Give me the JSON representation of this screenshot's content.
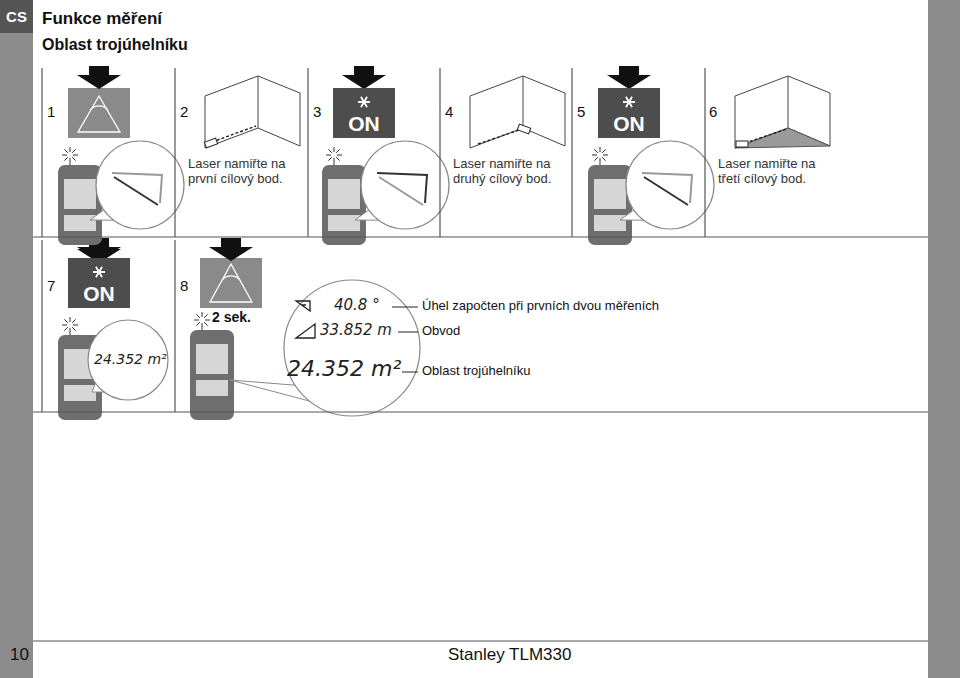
{
  "diagram": {
    "title": "Funkce měření",
    "nodes": [
      {
        "text": [
          "CS"
        ]
      },
      {
        "text": [
          "ON"
        ]
      },
      {
        "text": [
          "ON"
        ]
      },
      {
        "text": [
          "ON"
        ]
      }
    ],
    "labels": [
      "Oblast trojúhelníku",
      "1",
      "2",
      "Laser namiřte na první cílový bod.",
      "3",
      "4",
      "Laser namiřte na druhý cílový bod.",
      "5",
      "6",
      "Laser namiřte na třetí cílový bod.",
      "7",
      "24.352 m²",
      "8",
      "2 sek.",
      "40.8 °",
      "33.852 m",
      "24.352 m²",
      "Úhel započten při prvních dvou měřeních",
      "Obvod",
      "Oblast trojúhelníku",
      "10",
      "Stanley TLM330"
    ]
  }
}
